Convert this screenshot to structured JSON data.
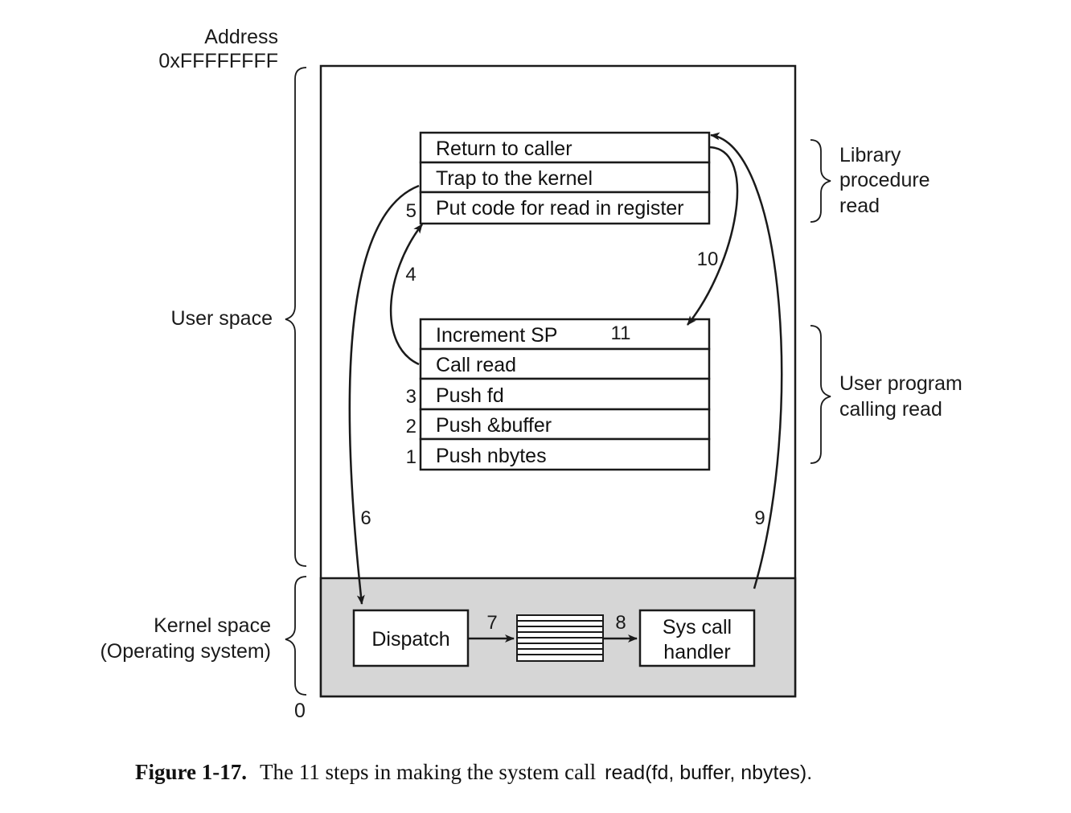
{
  "address": {
    "label": "Address",
    "top_value": "0xFFFFFFFF",
    "bottom_value": "0"
  },
  "regions": {
    "user_space": "User space",
    "kernel_space_line1": "Kernel space",
    "kernel_space_line2": "(Operating system)",
    "library_line1": "Library",
    "library_line2": "procedure",
    "library_line3": "read",
    "user_program_line1": "User program",
    "user_program_line2": "calling read"
  },
  "library_stack": [
    {
      "text": "Return to caller",
      "step": ""
    },
    {
      "text": "Trap to the kernel",
      "step": ""
    },
    {
      "text": "Put code for read in register",
      "step": "5"
    }
  ],
  "user_stack": [
    {
      "text": "Increment SP",
      "step": ""
    },
    {
      "text": "Call read",
      "step": ""
    },
    {
      "text": "Push fd",
      "step": "3"
    },
    {
      "text": "Push &buffer",
      "step": "2"
    },
    {
      "text": "Push nbytes",
      "step": "1"
    }
  ],
  "kernel": {
    "dispatch": "Dispatch",
    "handler_line1": "Sys call",
    "handler_line2": "handler"
  },
  "steps": {
    "s4": "4",
    "s6": "6",
    "s7": "7",
    "s8": "8",
    "s9": "9",
    "s10": "10",
    "s11": "11"
  },
  "caption": {
    "figure_label": "Figure 1-17.",
    "text": "The 11 steps in making the system call",
    "code": "read(fd, buffer, nbytes)."
  },
  "colors": {
    "kernel_fill": "#d6d6d6",
    "ink": "#1a1a1a"
  }
}
